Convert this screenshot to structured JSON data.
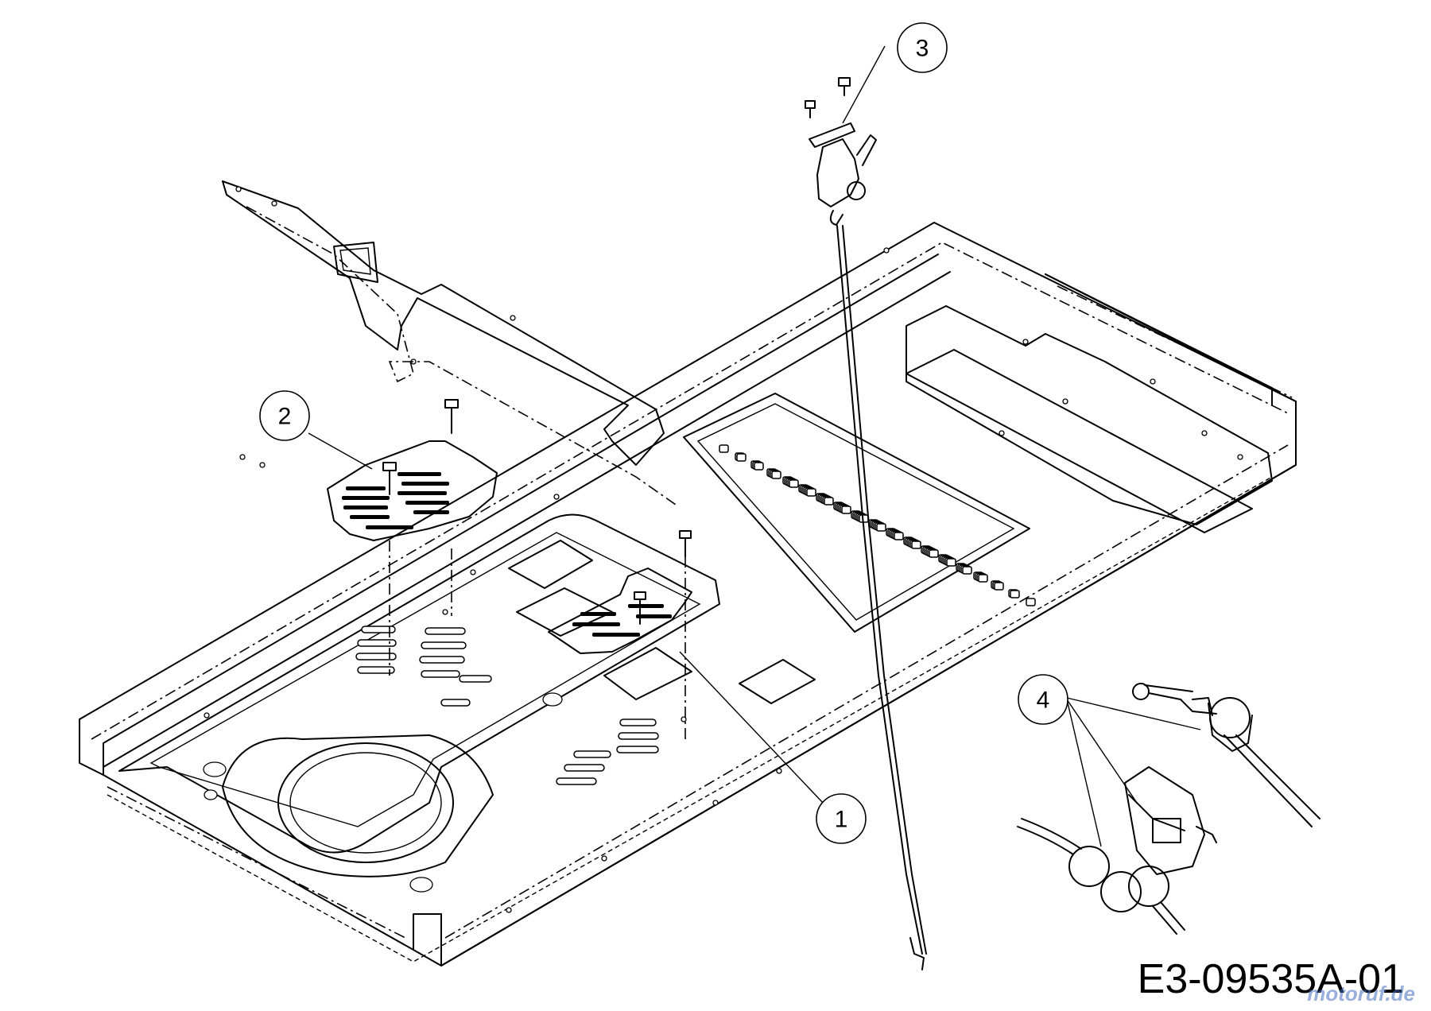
{
  "drawing_code": "E3-09535A-01",
  "watermark": "motoruf.de",
  "callouts": [
    {
      "id": "callout-1",
      "label": "1"
    },
    {
      "id": "callout-2",
      "label": "2"
    },
    {
      "id": "callout-3",
      "label": "3"
    },
    {
      "id": "callout-4",
      "label": "4"
    }
  ]
}
